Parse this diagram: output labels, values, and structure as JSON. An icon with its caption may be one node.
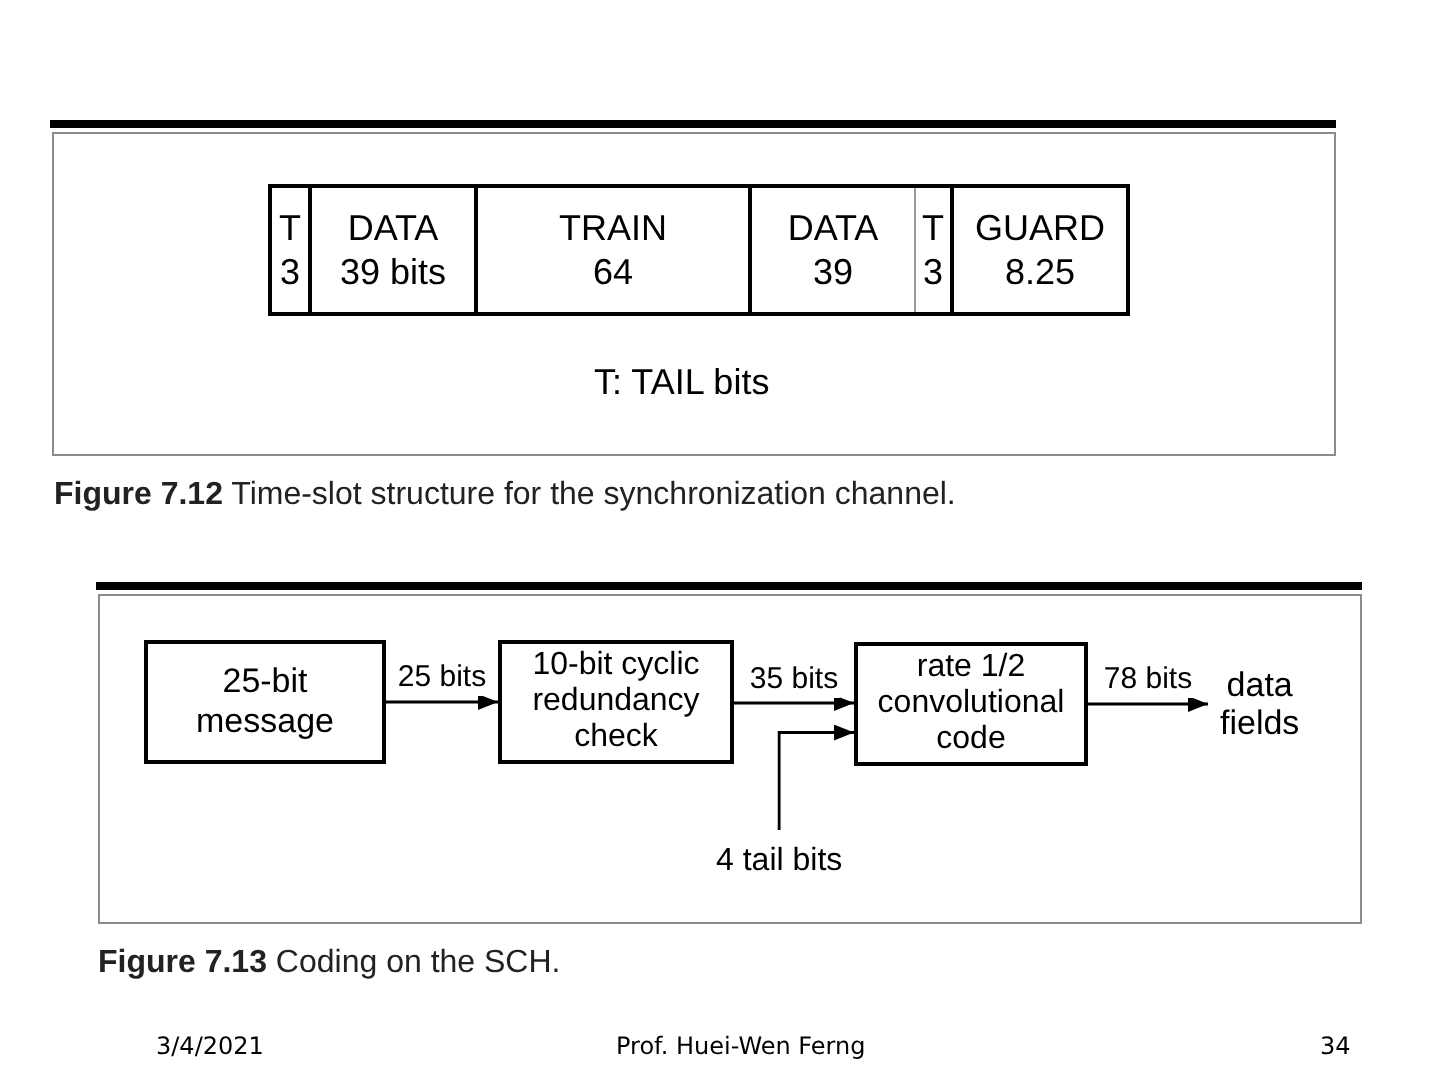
{
  "diagram": {
    "nodes": [
      {
        "text": [
          "T",
          "3"
        ]
      },
      {
        "text": [
          "DATA",
          "39 bits"
        ]
      },
      {
        "text": [
          "TRAIN",
          "64"
        ]
      },
      {
        "text": [
          "DATA",
          "39"
        ]
      },
      {
        "text": [
          "T",
          "3"
        ]
      },
      {
        "text": [
          "GUARD",
          "8.25"
        ]
      },
      {
        "text": [
          "25-bit message"
        ]
      },
      {
        "text": [
          "10-bit cyclic redundancy check"
        ]
      },
      {
        "text": [
          "rate 1/2 convolutional code"
        ]
      },
      {
        "text": [
          "data fields"
        ]
      },
      {
        "text": [
          "4 tail bits"
        ]
      }
    ],
    "edges": [
      {
        "from": 6,
        "to": 7,
        "arrow": "to",
        "label": "25 bits"
      },
      {
        "from": 7,
        "to": 8,
        "arrow": "to",
        "label": "35 bits"
      },
      {
        "from": 8,
        "to": 9,
        "arrow": "to",
        "label": "78 bits"
      },
      {
        "from": 10,
        "to": 8,
        "arrow": "to"
      }
    ],
    "labels": [
      "T: TAIL bits",
      "**Figure 7.12** Time-slot structure for the synchronization channel.",
      "**Figure 7.13** Coding on the SCH.",
      "3/4/2021",
      "Prof. Huei-Wen Ferng",
      "34"
    ]
  }
}
